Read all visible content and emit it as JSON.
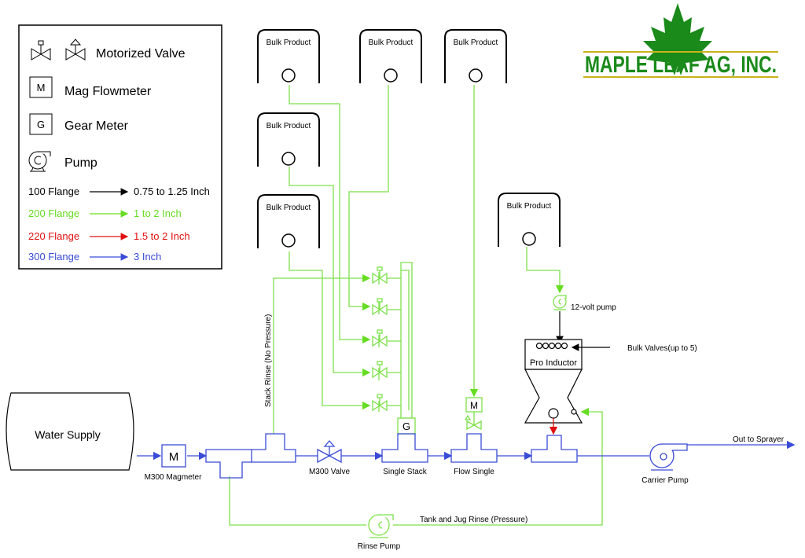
{
  "legend": {
    "motorized_valve": "Motorized Valve",
    "mag_flowmeter": "Mag Flowmeter",
    "mag_symbol": "M",
    "gear_meter": "Gear Meter",
    "gear_symbol": "G",
    "pump": "Pump",
    "flanges": [
      {
        "flange": "100 Flange",
        "size": "0.75 to 1.25 Inch",
        "color": "#000000"
      },
      {
        "flange": "200 Flange",
        "size": "1 to 2 Inch",
        "color": "#66dd22"
      },
      {
        "flange": "220 Flange",
        "size": "1.5 to 2 Inch",
        "color": "#e01010"
      },
      {
        "flange": "300 Flange",
        "size": "3 Inch",
        "color": "#3a4cd6"
      }
    ]
  },
  "logo": {
    "text": "MAPLE LEAF AG, INC.",
    "color": "#1a8a1a"
  },
  "tanks": [
    {
      "label": "Bulk Product"
    },
    {
      "label": "Bulk Product"
    },
    {
      "label": "Bulk Product"
    },
    {
      "label": "Bulk Product"
    },
    {
      "label": "Bulk Product"
    },
    {
      "label": "Bulk Product"
    }
  ],
  "labels": {
    "water_supply": "Water Supply",
    "m300_magmeter": "M300 Magmeter",
    "m300_valve": "M300 Valve",
    "single_stack": "Single Stack",
    "flow_single": "Flow Single",
    "carrier_pump": "Carrier Pump",
    "out_to_sprayer": "Out to Sprayer",
    "rinse_pump": "Rinse Pump",
    "tank_jug_rinse": "Tank and Jug Rinse (Pressure)",
    "stack_rinse": "Stack Rinse (No Pressure)",
    "twelve_volt_pump": "12-volt pump",
    "bulk_valves": "Bulk Valves(up to 5)",
    "pro_inductor": "Pro Inductor",
    "meter_m": "M",
    "meter_g": "G"
  }
}
